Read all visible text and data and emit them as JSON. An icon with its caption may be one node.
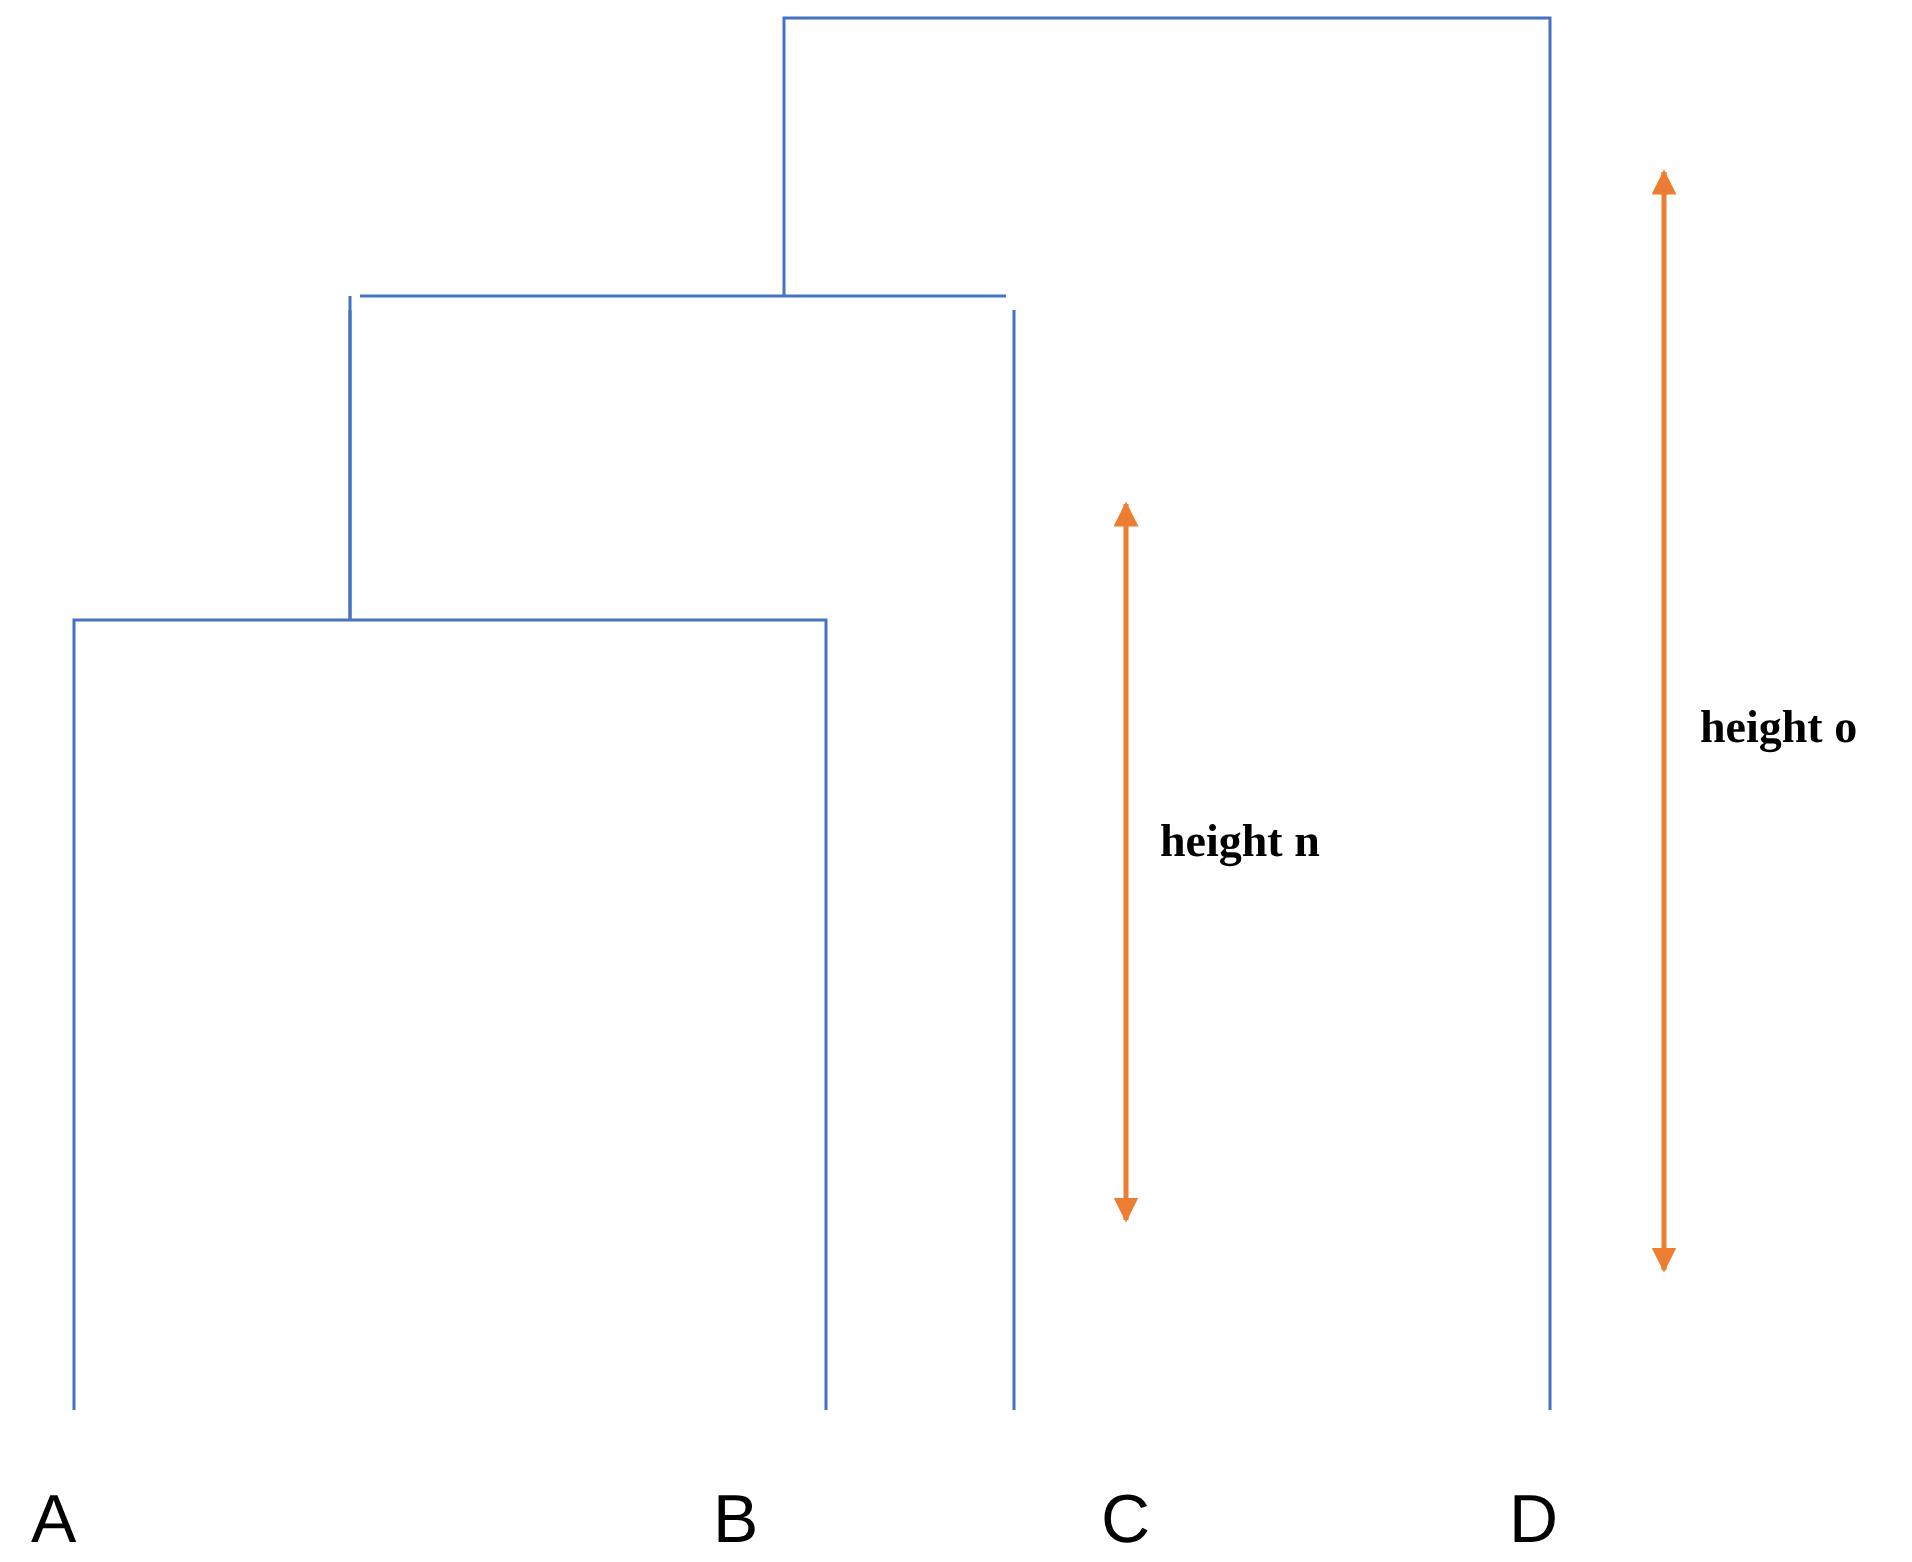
{
  "diagram": {
    "labels": [
      "height o",
      "height n",
      "A",
      "B",
      "C",
      "D"
    ]
  }
}
